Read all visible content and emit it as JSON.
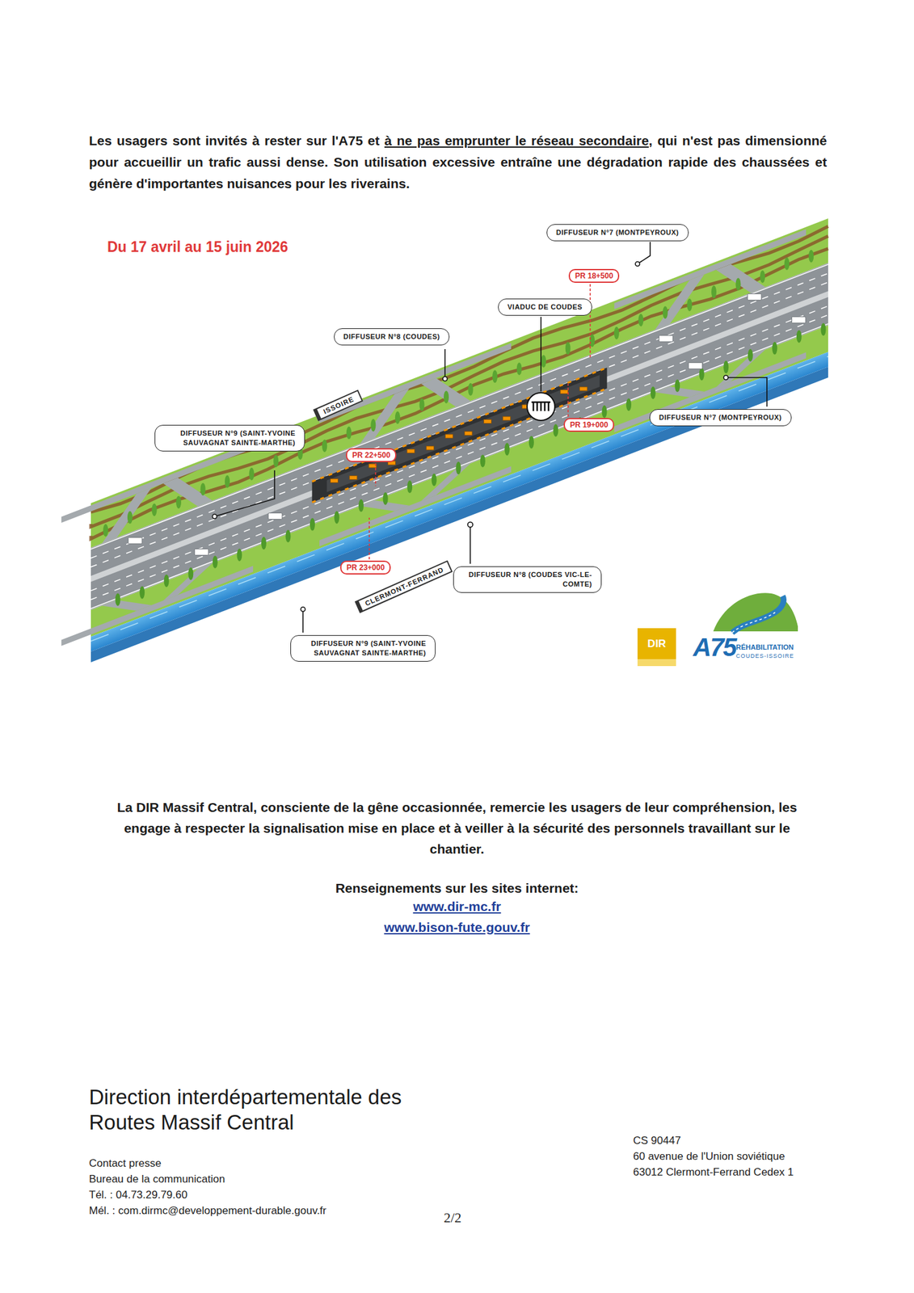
{
  "diagram": {
    "nodes": [
      {
        "text": [
          "DIFFUSEUR N°7 (MONTPEYROUX)"
        ]
      },
      {
        "text": [
          "PR 18+500"
        ]
      },
      {
        "text": [
          "VIADUC DE COUDES"
        ]
      },
      {
        "text": [
          "DIFFUSEUR N°8 (COUDES)"
        ]
      },
      {
        "text": [
          "DIFFUSEUR N°7 (MONTPEYROUX)"
        ]
      },
      {
        "text": [
          "PR 19+000"
        ]
      },
      {
        "text": [
          "DIFFUSEUR N°9 (SAINT-YVOINE SAUVAGNAT SAINTE-MARTHE)"
        ]
      },
      {
        "text": [
          "PR 22+500"
        ]
      },
      {
        "text": [
          "PR 23+000"
        ]
      },
      {
        "text": [
          "DIFFUSEUR N°8 (COUDES VIC-LE-COMTE)"
        ]
      },
      {
        "text": [
          "DIFFUSEUR N°9 (SAINT-YVOINE SAUVAGNAT SAINTE-MARTHE)"
        ]
      }
    ],
    "labels": [
      "Les usagers sont invités à rester sur l'A75 et",
      "à ne pas emprunter le réseau secondaire",
      ", qui n'est pas dimensionné pour accueillir un trafic aussi dense. Son utilisation excessive entraîne une dégradation rapide des chaussées et génère d'importantes nuisances pour les riverains.",
      "Du 17 avril au 15 juin 2026",
      "ISSOIRE",
      "CLERMONT-FERRAND",
      "DIR",
      "A75",
      "RÉHABILITATION",
      "COUDES-ISSOIRE",
      "La DIR Massif Central, consciente de la gêne occasionnée, remercie les usagers de leur compréhension, les engage à respecter la signalisation mise en place et à veiller à la sécurité des personnels travaillant sur le chantier.",
      "Renseignements sur les sites internet:",
      "www.dir-mc.fr",
      "www.bison-fute.gouv.fr",
      "Direction interdépartementale des Routes Massif Central",
      "Contact presse",
      "Bureau de la communication",
      "Tél. : 04.73.29.79.60",
      "Mél. : com.dirmc@developpement-durable.gouv.fr",
      "CS 90447",
      "60 avenue de l'Union soviétique",
      "63012 Clermont-Ferrand Cedex 1",
      "2/2"
    ]
  }
}
